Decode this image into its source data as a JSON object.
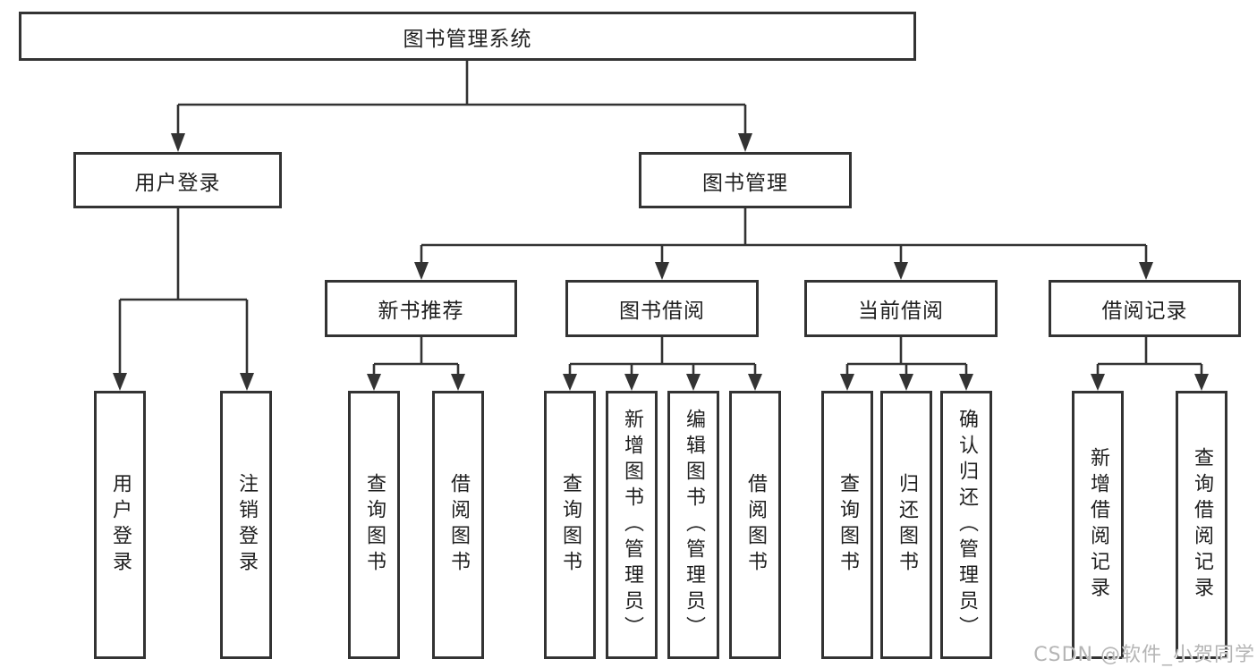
{
  "title": "图书管理系统",
  "branches": {
    "user_login": {
      "label": "用户登录",
      "children": [
        "用户登录",
        "注销登录"
      ]
    },
    "book_management": {
      "label": "图书管理",
      "children": {
        "new_book_recommend": {
          "label": "新书推荐",
          "children": [
            "查询图书",
            "借阅图书"
          ]
        },
        "book_borrowing": {
          "label": "图书借阅",
          "children": [
            "查询图书",
            "新增图书（管理员）",
            "编辑图书（管理员）",
            "借阅图书"
          ]
        },
        "current_borrowing": {
          "label": "当前借阅",
          "children": [
            "查询图书",
            "归还图书",
            "确认归还（管理员）"
          ]
        },
        "borrowing_records": {
          "label": "借阅记录",
          "children": [
            "新增借阅记录",
            "查询借阅记录"
          ]
        }
      }
    }
  },
  "watermark": "CSDN @软件_小贺同学",
  "colors": {
    "line": "#333333",
    "box_border": "#333333",
    "box_background": "#ffffff",
    "text": "#1f1f1f",
    "watermark_text": "#b5b5b5"
  }
}
